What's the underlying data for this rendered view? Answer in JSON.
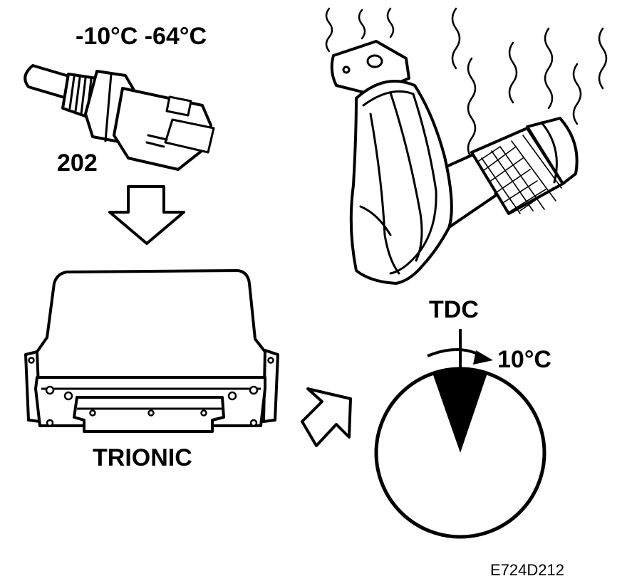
{
  "labels": {
    "temperature_range": "-10°C -64°C",
    "sensor_number": "202",
    "control_unit": "TRIONIC",
    "reference_mark": "TDC",
    "retard_value": "10°C",
    "figure_code": "E724D212"
  },
  "icons": {
    "sensor": "coolant-temperature-sensor-icon",
    "ecu": "control-unit-icon",
    "catalyst": "catalytic-converter-icon",
    "timing": "ignition-timing-dial-icon"
  },
  "colors": {
    "ink": "#000000",
    "paper": "#ffffff"
  }
}
